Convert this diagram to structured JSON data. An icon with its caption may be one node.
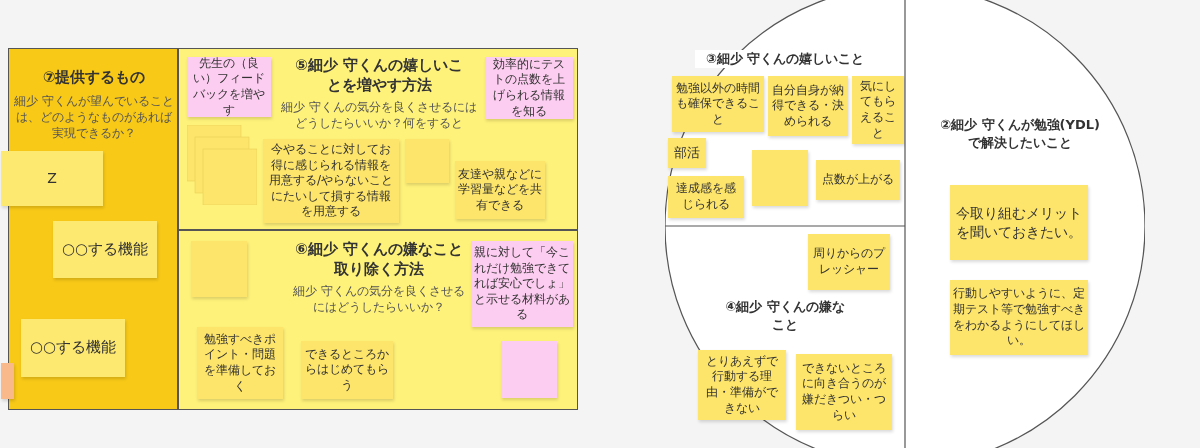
{
  "diagram": {
    "nodes": [
      {
        "text": [
          "⑦提供するもの",
          "細少 守くんが望んでいることは、どのようなものがあれば実現できるか？"
        ]
      },
      {
        "text": [
          "Z"
        ],
        "in": 0
      },
      {
        "text": [
          "○○する機能"
        ],
        "in": 0
      },
      {
        "text": [
          "○○する機能"
        ],
        "in": 0
      },
      {
        "text": [],
        "shape": "box",
        "in": 0
      },
      {
        "text": [
          "⑤細少 守くんの嬉しいことを増やす方法",
          "細少 守くんの気分を良くさせるにはどうしたらいいか？何をすると"
        ]
      },
      {
        "text": [],
        "shape": "box",
        "in": 5
      },
      {
        "text": [
          "先生の（良い）フィードバックを増やす"
        ],
        "in": 5
      },
      {
        "text": [
          "今やることに対してお得に感じられる情報を用意する/やらないことにたいして損する情報を用意する"
        ],
        "in": 5
      },
      {
        "text": [],
        "shape": "box",
        "in": 5
      },
      {
        "text": [
          "友達や親などに学習量などを共有できる"
        ],
        "in": 5
      },
      {
        "text": [
          "効率的にテストの点数を上げられる情報を知る"
        ],
        "in": 5
      },
      {
        "text": [
          "⑥細少 守くんの嫌なこと取り除く方法",
          "細少 守くんの気分を良くさせるにはどうしたらいいか？"
        ]
      },
      {
        "text": [],
        "shape": "box",
        "in": 12
      },
      {
        "text": [
          "勉強すべきポイント・問題を準備しておく"
        ],
        "in": 12
      },
      {
        "text": [
          "できるところからはじめてもらう"
        ],
        "in": 12
      },
      {
        "text": [
          "親に対して「今これだけ勉強できてれば安心でしょ」と示せる材料がある"
        ],
        "in": 12
      },
      {
        "text": [],
        "shape": "box",
        "in": 12
      },
      {
        "text": [
          "③細少 守くんの嬉しいこと"
        ]
      },
      {
        "text": [
          "勉強以外の時間も確保できること"
        ],
        "in": 18
      },
      {
        "text": [
          "部活"
        ],
        "in": 18
      },
      {
        "text": [
          "達成感を感じられる"
        ],
        "in": 18
      },
      {
        "text": [],
        "shape": "box",
        "in": 18
      },
      {
        "text": [
          "自分自身が納得できる・決められる"
        ],
        "in": 18
      },
      {
        "text": [
          "気にしてもらえること"
        ],
        "in": 18
      },
      {
        "text": [
          "点数が上がる"
        ],
        "in": 18
      },
      {
        "text": [
          "④細少 守くんの嫌なこと"
        ]
      },
      {
        "text": [
          "周りからのプレッシャー"
        ],
        "in": 26
      },
      {
        "text": [
          "とりあえずで行動する理由・準備ができない"
        ],
        "in": 26
      },
      {
        "text": [
          "できないところに向き合うのが嫌だきつい・つらい"
        ],
        "in": 26
      },
      {
        "text": [
          "②細少 守くんが勉強(YDL)で解決したいこと"
        ]
      },
      {
        "text": [
          "今取り組むメリットを聞いておきたい。"
        ],
        "in": 30
      },
      {
        "text": [
          "行動しやすいように、定期テスト等で勉強すべきをわかるようにしてほしい。"
        ],
        "in": 30
      }
    ],
    "edges": []
  }
}
